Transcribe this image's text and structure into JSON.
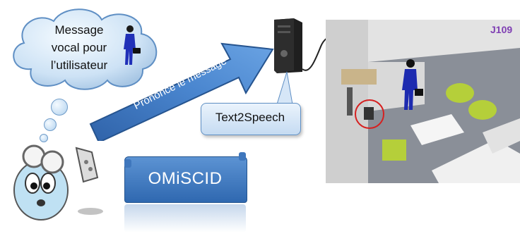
{
  "cloud": {
    "text_lines": [
      "Message",
      "vocal pour",
      "l’utilisateur"
    ]
  },
  "arrow": {
    "label": "Prononce le message"
  },
  "callout": {
    "label": "Text2Speech"
  },
  "banner": {
    "label": "OMiSCID"
  },
  "photo": {
    "room_label": "J109"
  }
}
